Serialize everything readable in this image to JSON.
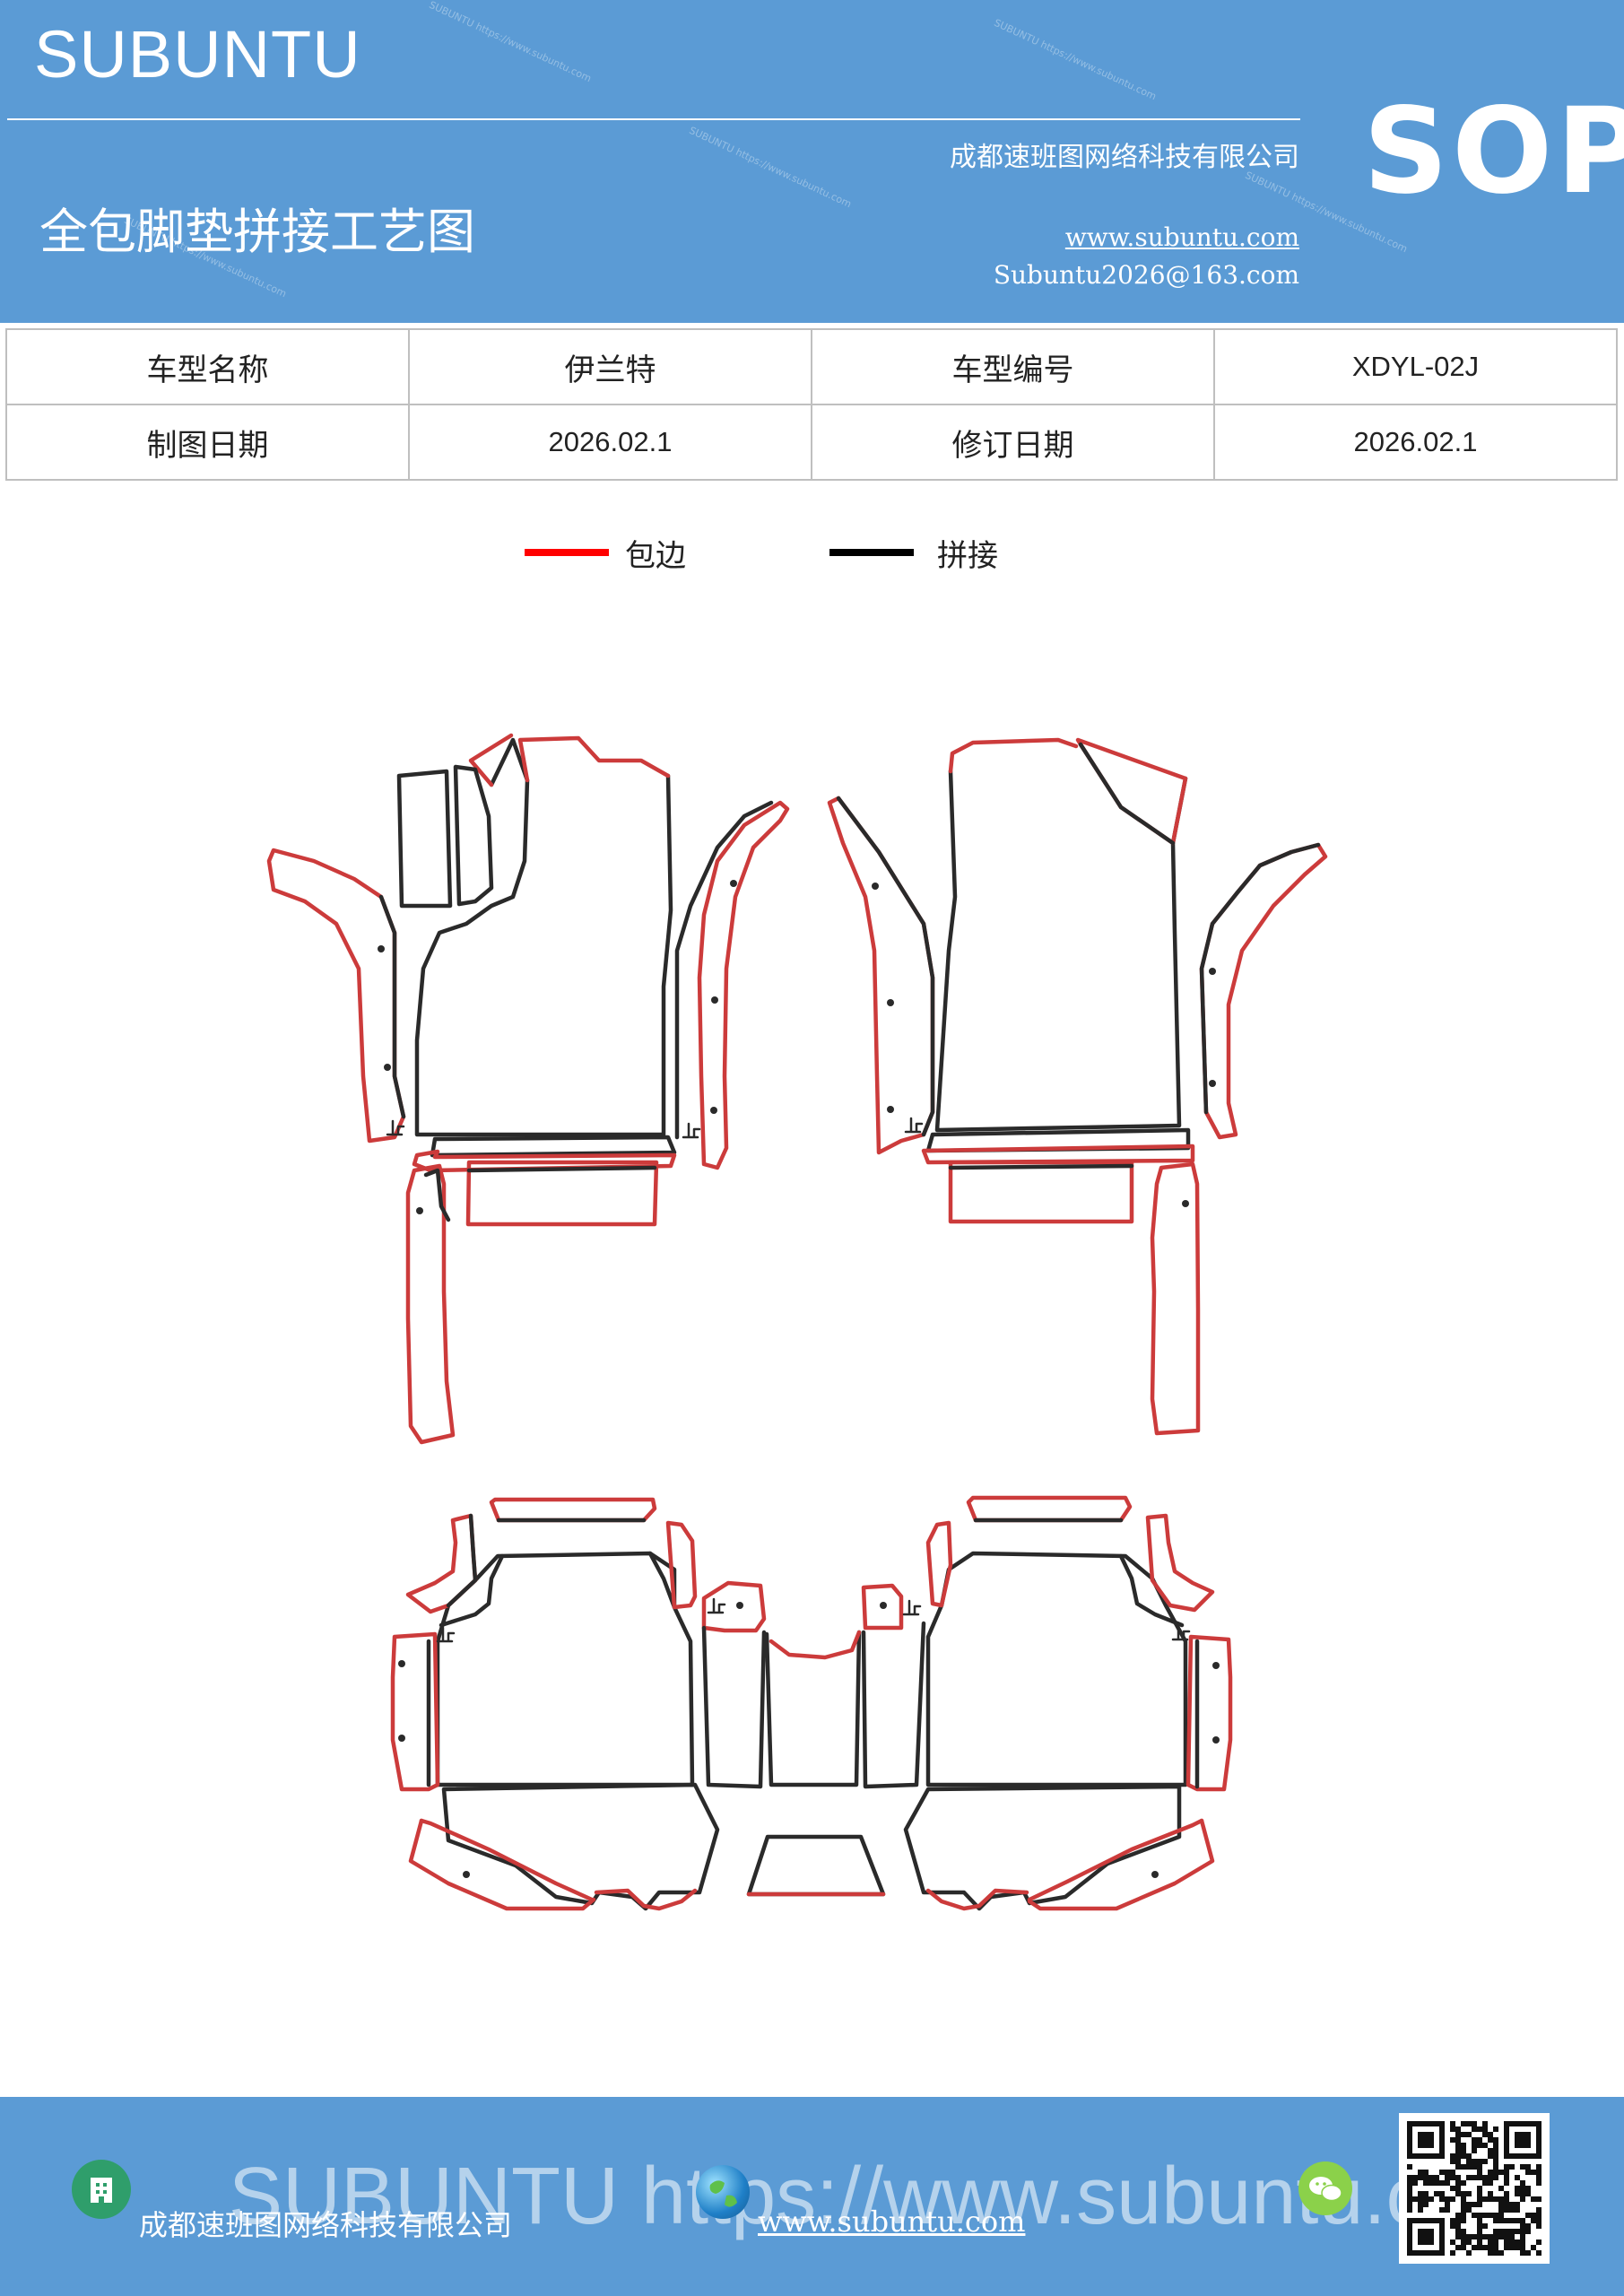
{
  "header": {
    "brand": "SUBUNTU",
    "badge": "SOP",
    "company": "成都速班图网络科技有限公司",
    "title": "全包脚垫拼接工艺图",
    "website": "www.subuntu.com",
    "email": "Subuntu2026@163.com",
    "watermark": "SUBUNTU https://www.subuntu.com"
  },
  "info_table": [
    [
      {
        "text": "车型名称",
        "kind": "label"
      },
      {
        "text": "伊兰特",
        "kind": "label"
      },
      {
        "text": "车型编号",
        "kind": "label"
      },
      {
        "text": "XDYL-02J",
        "kind": "val"
      }
    ],
    [
      {
        "text": "制图日期",
        "kind": "label"
      },
      {
        "text": "2026.02.1",
        "kind": "val"
      },
      {
        "text": "修订日期",
        "kind": "label"
      },
      {
        "text": "2026.02.1",
        "kind": "val"
      }
    ]
  ],
  "legend": [
    {
      "label": "包边",
      "color": "#ff0000"
    },
    {
      "label": "拼接",
      "color": "#000000"
    }
  ],
  "colors": {
    "brand_blue": "#5b9bd5",
    "edge_red": "#cc3b3b",
    "seam_black": "#2a2a2a"
  },
  "footer": {
    "company": "成都速班图网络科技有限公司",
    "website": "www.subuntu.com",
    "overlay": "SUBUNTU https://www.subuntu.com",
    "icons": [
      "building-icon",
      "globe-icon",
      "wechat-icon",
      "qr-code"
    ]
  }
}
